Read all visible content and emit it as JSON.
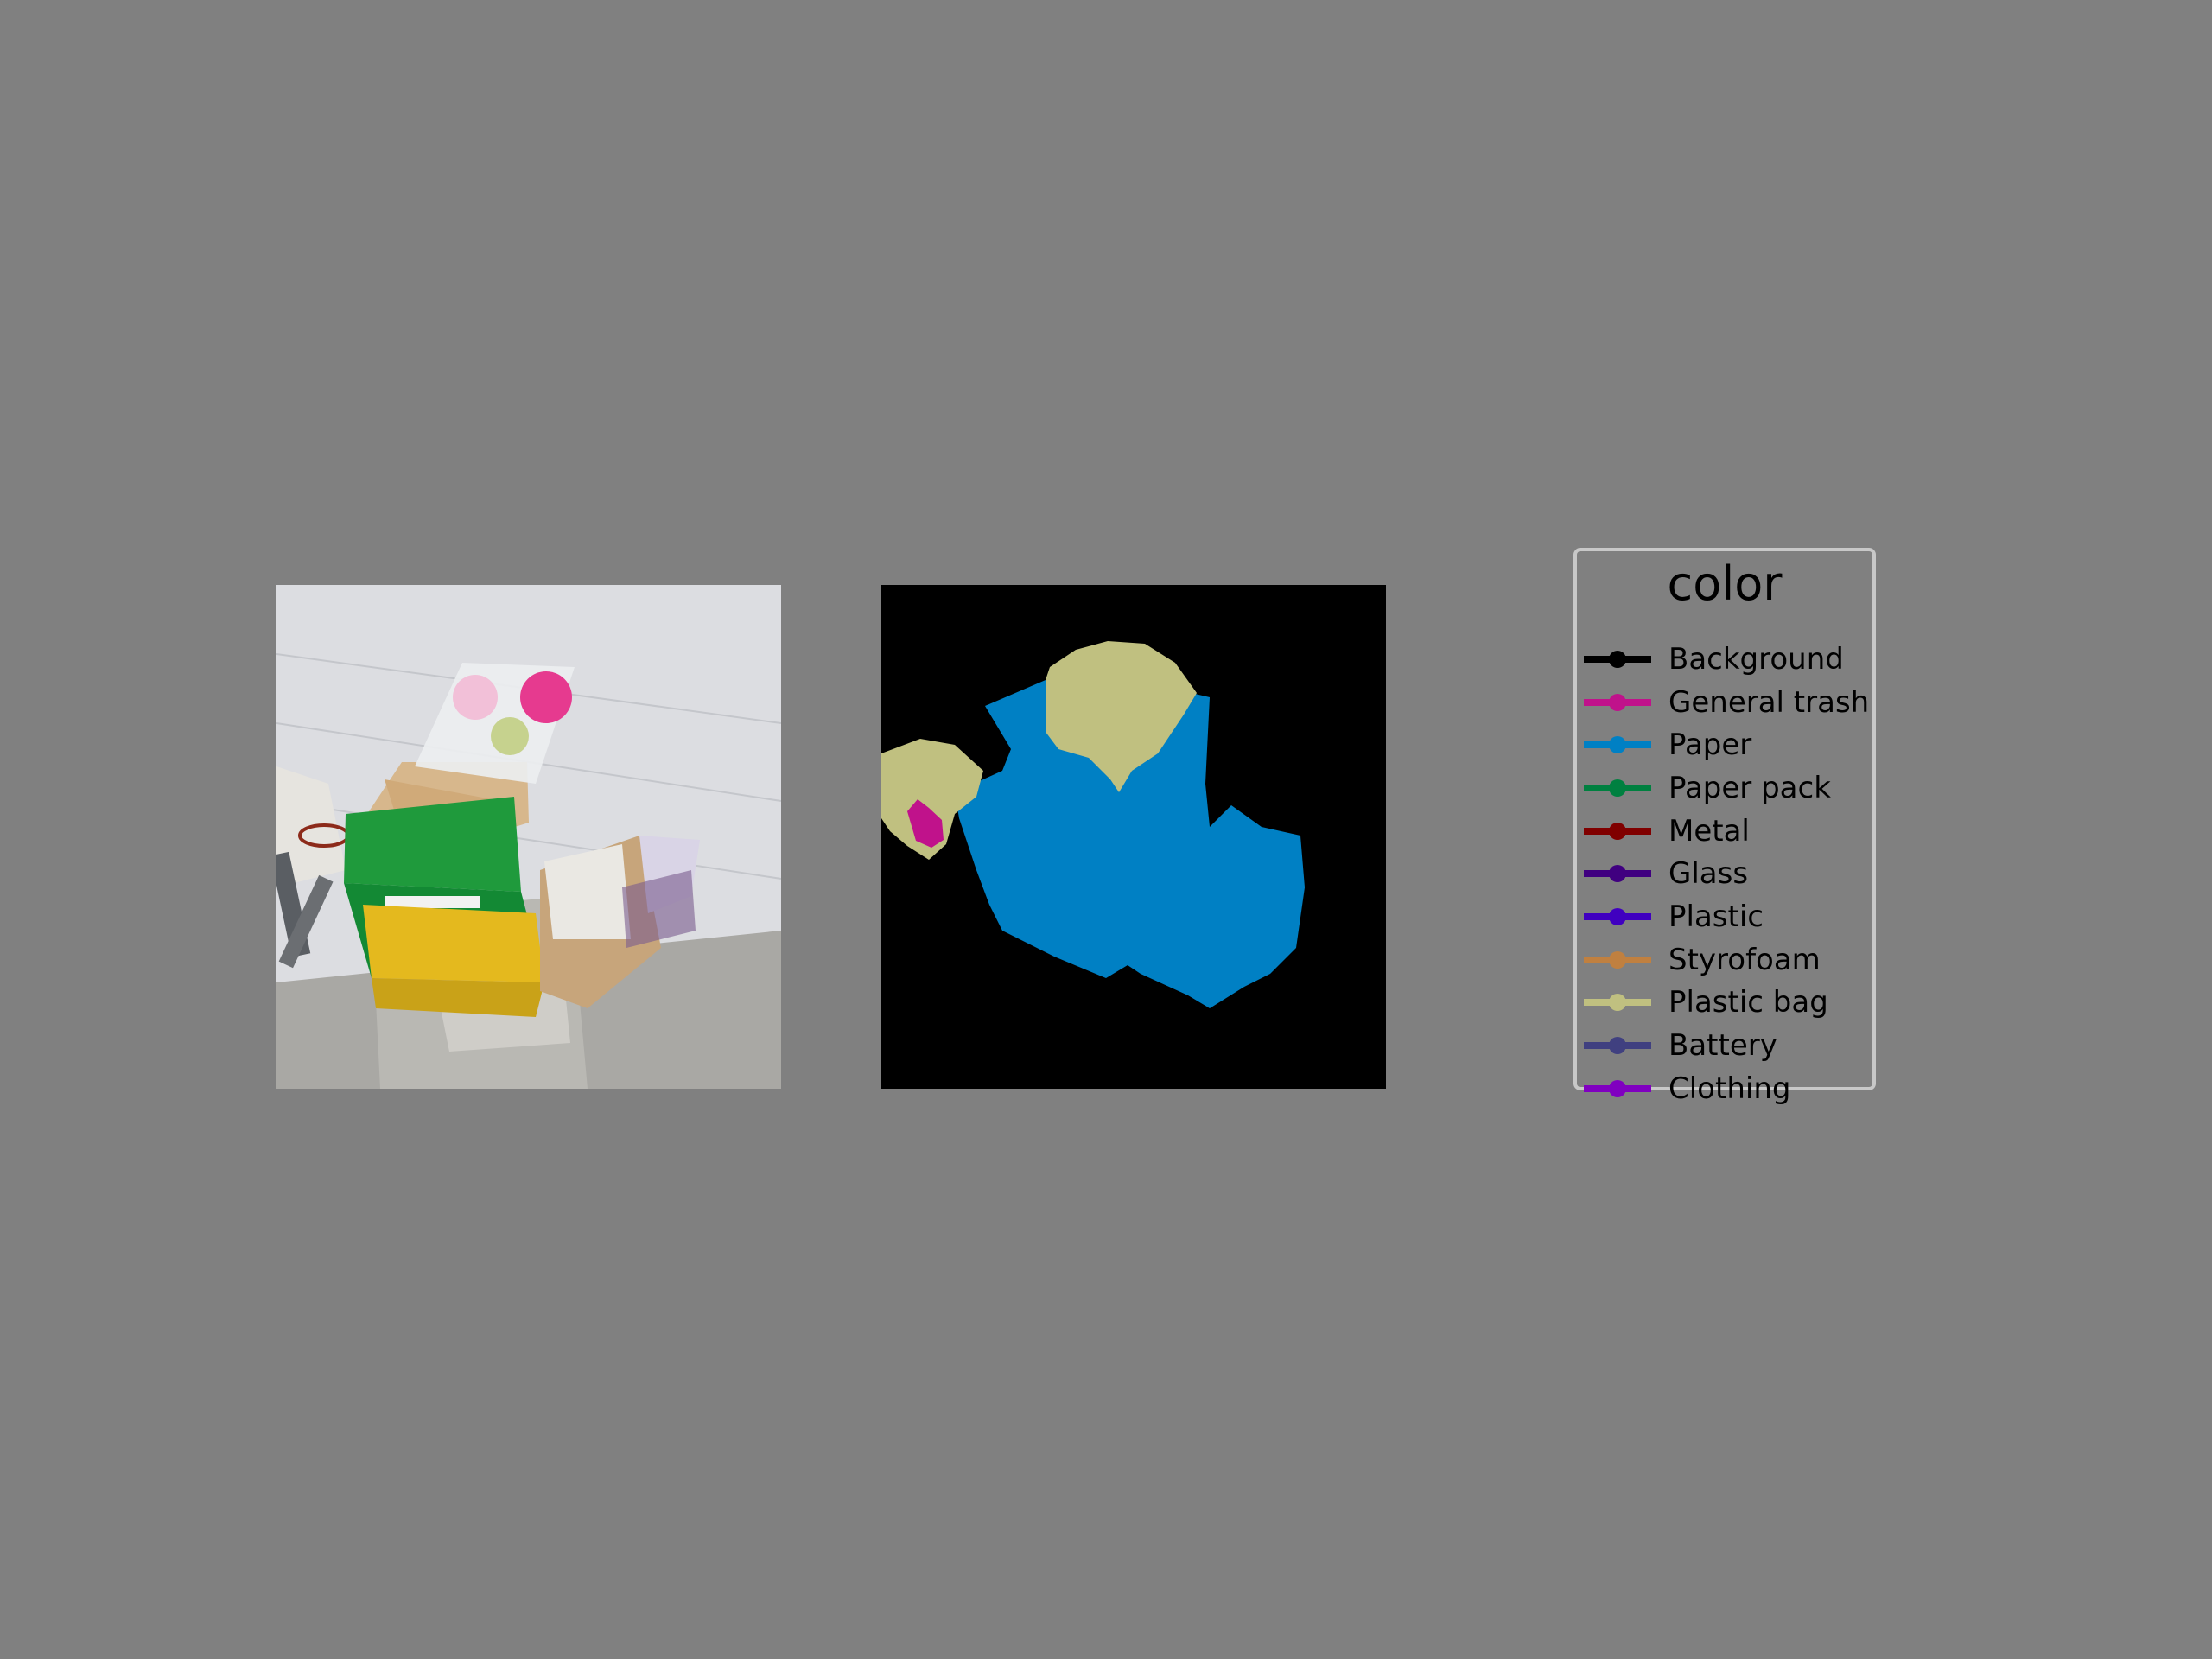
{
  "legend": {
    "title": "color",
    "items": [
      {
        "label": "Background",
        "color": "#000000"
      },
      {
        "label": "General trash",
        "color": "#c0128b"
      },
      {
        "label": "Paper",
        "color": "#0080c4"
      },
      {
        "label": "Paper pack",
        "color": "#008040"
      },
      {
        "label": "Metal",
        "color": "#800000"
      },
      {
        "label": "Glass",
        "color": "#400080"
      },
      {
        "label": "Plastic",
        "color": "#4000c0"
      },
      {
        "label": "Styrofoam",
        "color": "#c08040"
      },
      {
        "label": "Plastic bag",
        "color": "#c0c080"
      },
      {
        "label": "Battery",
        "color": "#404080"
      },
      {
        "label": "Clothing",
        "color": "#8000c0"
      }
    ]
  }
}
